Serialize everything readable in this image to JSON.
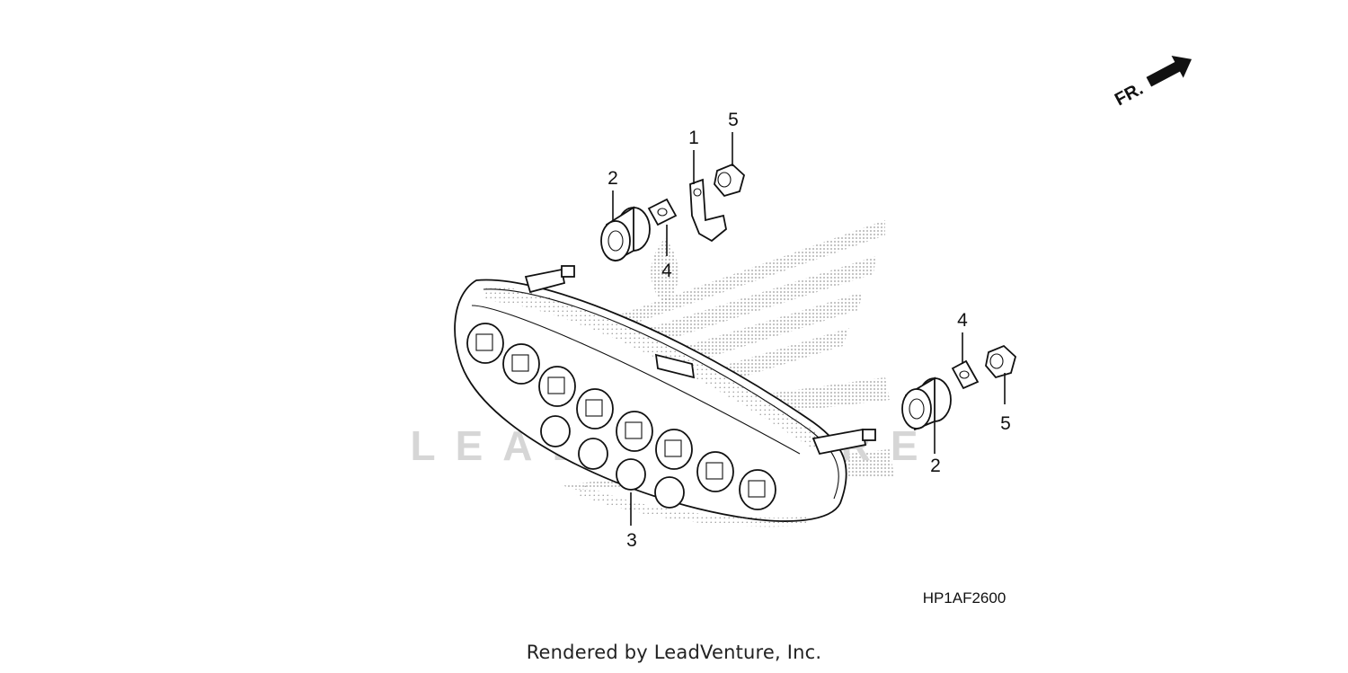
{
  "diagram": {
    "callouts": {
      "c1": "1",
      "c2a": "2",
      "c2b": "2",
      "c3": "3",
      "c4a": "4",
      "c4b": "4",
      "c5a": "5",
      "c5b": "5"
    },
    "direction_label": "FR.",
    "diagram_code": "HP1AF2600",
    "watermark_text": "LEADVENTURE"
  },
  "footer": {
    "credit": "Rendered by LeadVenture, Inc."
  },
  "colors": {
    "line": "#111111",
    "watermark": "#d0d0d0"
  }
}
